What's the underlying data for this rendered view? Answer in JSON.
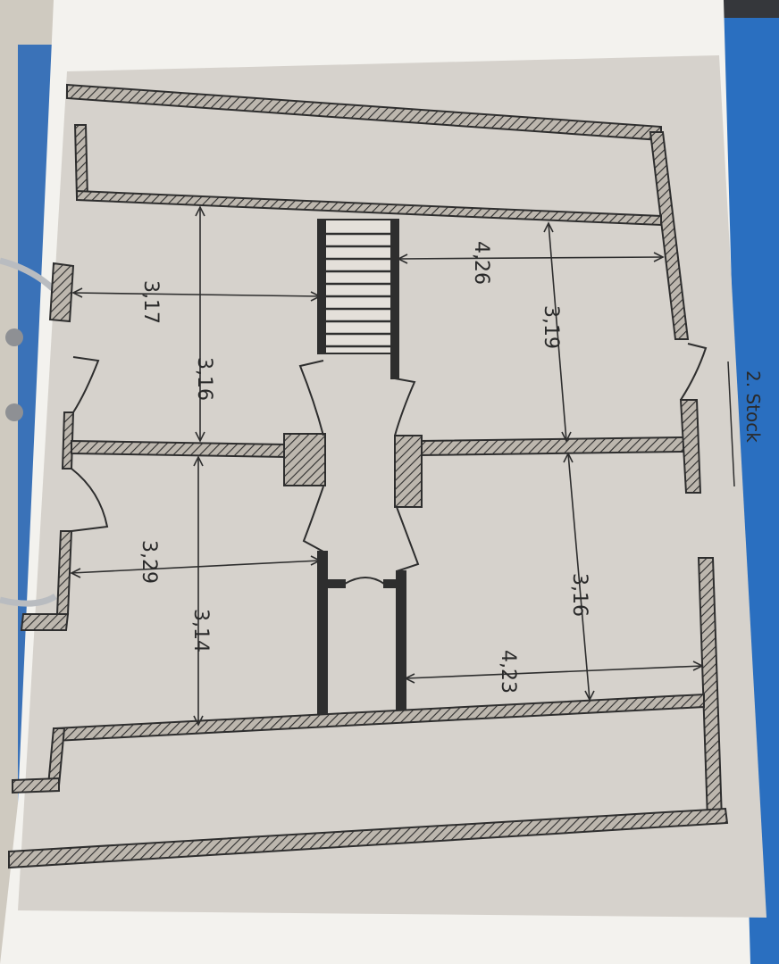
{
  "diagram": {
    "floor_label": "2. Stock",
    "dimensions": {
      "left_top_room_width": "3,17",
      "left_top_room_length": "3,16",
      "left_bottom_room_width": "3,29",
      "left_bottom_room_length": "3,14",
      "right_top_room_width": "4,26",
      "right_top_room_length": "3,19",
      "right_bottom_room_width": "4,23",
      "right_bottom_room_length": "3,16"
    }
  },
  "colors": {
    "paper": "#d7d3cd",
    "wall_fill": "#b5b0a8",
    "ink": "#2e2e2e",
    "binder": "#2a6fc0"
  }
}
